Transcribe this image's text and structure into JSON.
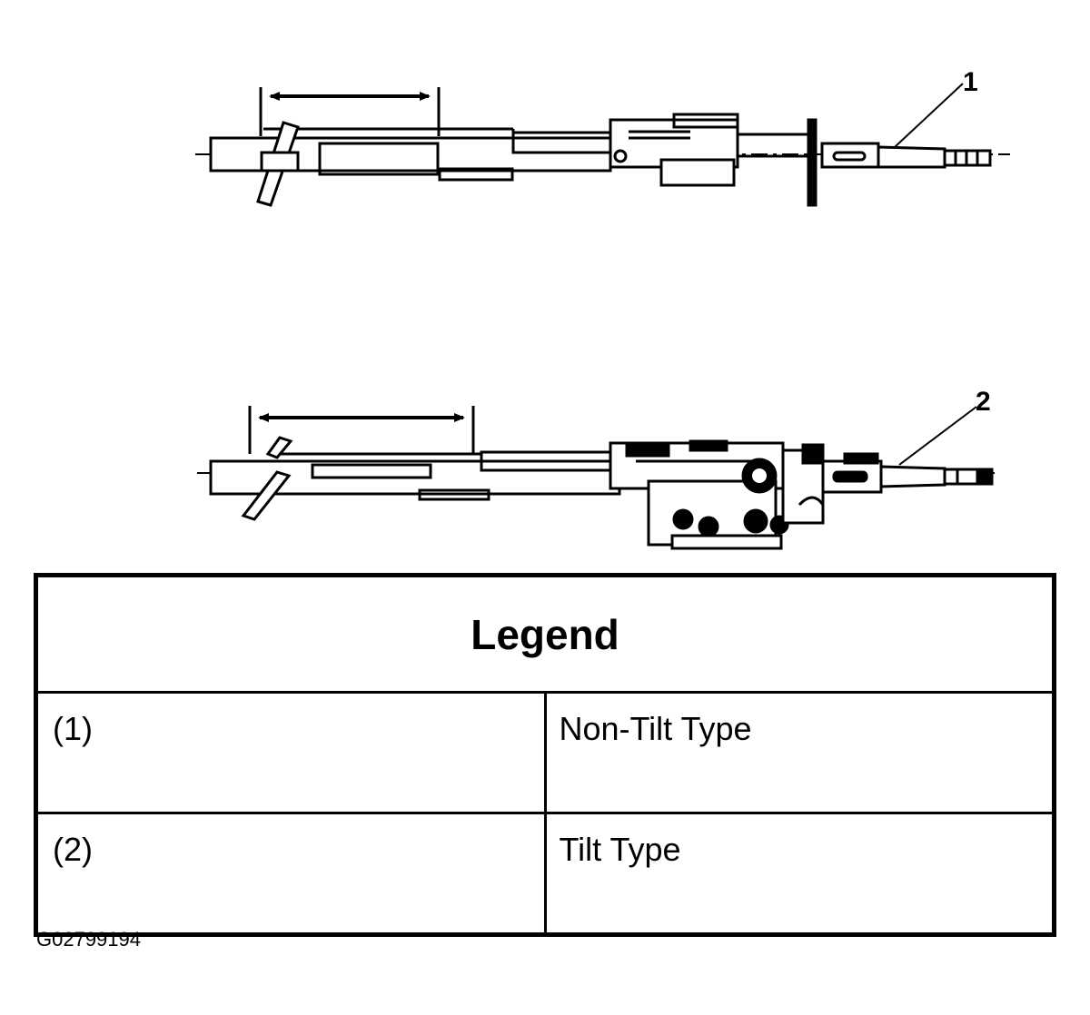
{
  "callouts": [
    "1",
    "2"
  ],
  "legend": {
    "title": "Legend",
    "rows": [
      {
        "key": "(1)",
        "label": "Non-Tilt Type"
      },
      {
        "key": "(2)",
        "label": "Tilt Type"
      }
    ]
  },
  "figure_id": "G02799194"
}
